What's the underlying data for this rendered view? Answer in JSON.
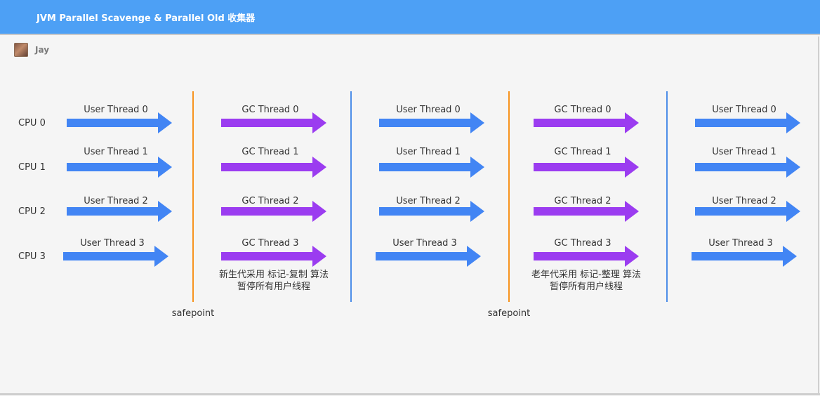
{
  "header": {
    "title": "JVM Parallel Scavenge & Parallel Old 收集器"
  },
  "author": {
    "name": "Jay"
  },
  "colors": {
    "header_bg": "#4da0f5",
    "user_arrow": "#4285f4",
    "gc_arrow": "#9b3cf0",
    "safepoint_line": "#f7931e",
    "separator_line": "#4d8ee8",
    "text": "#333333"
  },
  "cpus": [
    "CPU 0",
    "CPU 1",
    "CPU 2",
    "CPU 3"
  ],
  "columns": [
    {
      "type": "user",
      "labels": [
        "User Thread 0",
        "User Thread 1",
        "User Thread 2",
        "User Thread 3"
      ]
    },
    {
      "type": "gc",
      "labels": [
        "GC Thread 0",
        "GC Thread 1",
        "GC Thread 2",
        "GC Thread 3"
      ]
    },
    {
      "type": "user",
      "labels": [
        "User Thread 0",
        "User Thread 1",
        "User Thread 2",
        "User Thread 3"
      ]
    },
    {
      "type": "gc",
      "labels": [
        "GC Thread 0",
        "GC Thread 1",
        "GC Thread 2",
        "GC Thread 3"
      ]
    },
    {
      "type": "user",
      "labels": [
        "User Thread 0",
        "User Thread 1",
        "User Thread 2",
        "User Thread 3"
      ]
    }
  ],
  "notes": [
    {
      "line1": "新生代采用 标记-复制 算法",
      "line2": "暂停所有用户线程"
    },
    {
      "line1": "老年代采用 标记-整理 算法",
      "line2": "暂停所有用户线程"
    }
  ],
  "safepoints": [
    "safepoint",
    "safepoint"
  ]
}
